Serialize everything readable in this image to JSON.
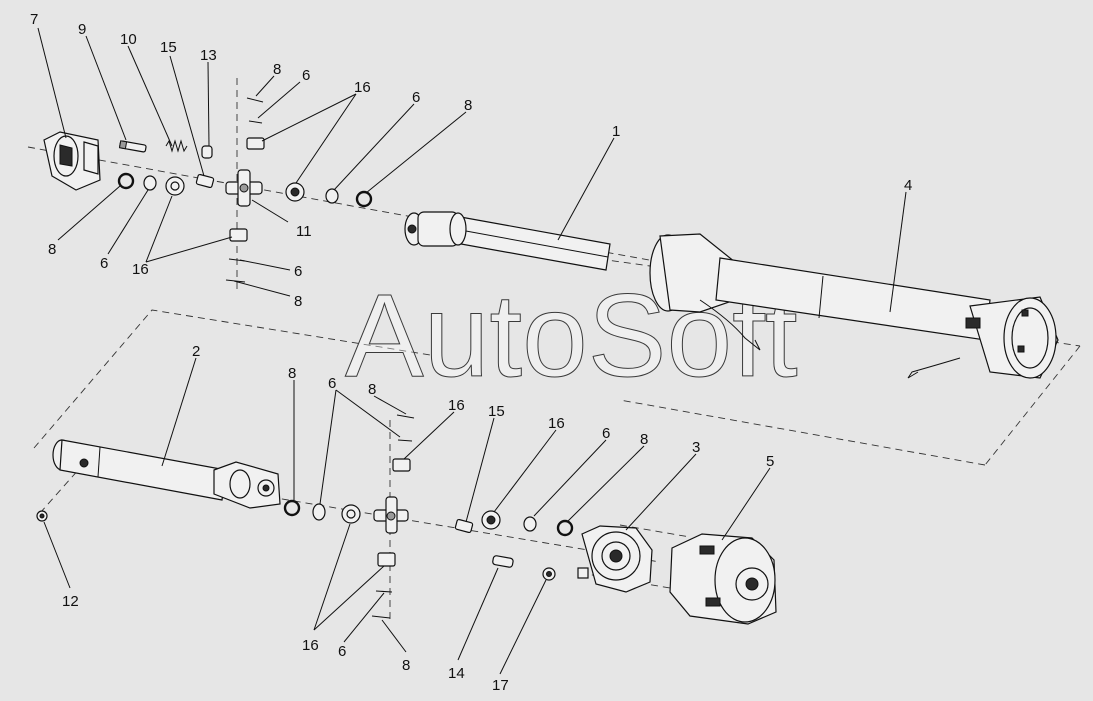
{
  "watermark": "AutoSoft",
  "callouts": {
    "c7": "7",
    "c9": "9",
    "c10": "10",
    "c15a": "15",
    "c13": "13",
    "c8a": "8",
    "c6a": "6",
    "c16a": "16",
    "c6b": "6",
    "c8b": "8",
    "c1": "1",
    "c8c": "8",
    "c6c": "6",
    "c16b": "16",
    "c11": "11",
    "c6d": "6",
    "c8d": "8",
    "c4": "4",
    "c2": "2",
    "c8e": "8",
    "c6e": "6",
    "c8f": "8",
    "c16c": "16",
    "c15b": "15",
    "c16d": "16",
    "c6f": "6",
    "c8g": "8",
    "c3": "3",
    "c5": "5",
    "c12": "12",
    "c16e": "16",
    "c6g": "6",
    "c8h": "8",
    "c14": "14",
    "c17": "17"
  },
  "colors": {
    "background": "#e6e6e6",
    "line": "#111111"
  }
}
